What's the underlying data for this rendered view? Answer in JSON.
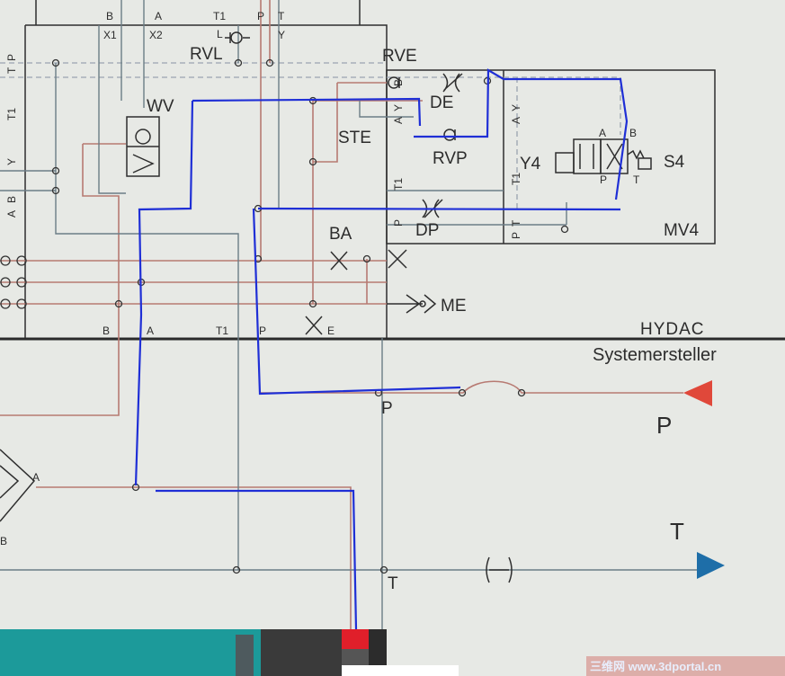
{
  "diagram": {
    "labels": {
      "b_top": "B",
      "a_top": "A",
      "x1": "X1",
      "x2": "X2",
      "t1_top": "T1",
      "p_top": "P",
      "t_top": "T",
      "l": "L",
      "y_top": "Y",
      "rvl": "RVL",
      "rve": "RVE",
      "wv": "WV",
      "ste": "STE",
      "de": "DE",
      "rvp": "RVP",
      "y4": "Y4",
      "s4": "S4",
      "dp": "DP",
      "mv4": "MV4",
      "ba": "BA",
      "me": "ME",
      "b_bottom": "B",
      "a_bottom": "A",
      "t1_bottom": "T1",
      "p_bottom": "P",
      "e": "E",
      "hydac": "HYDAC",
      "systemersteller": "Systemersteller",
      "p_port": "P",
      "p_big": "P",
      "t_port": "T",
      "t_big": "T",
      "a_left": "A",
      "b_left": "B",
      "lp_left": "P",
      "lt_left": "T",
      "lt1_left": "T1",
      "ly_left": "Y",
      "lb_left": "B",
      "la_left": "A",
      "b_ste": "B",
      "y_ste": "Y",
      "a_ste": "A",
      "t1_ste": "T1",
      "p_ste": "P",
      "y_mv4": "Y",
      "a_mv4": "A",
      "t1_mv4": "T1",
      "t_mv4": "T",
      "p_mv4": "P",
      "a_valve": "A",
      "b_valve": "B",
      "p_valve": "P",
      "t_valve": "T",
      "watermark": "三维网 www.3dportal.cn"
    },
    "colors": {
      "pressure_line": "#b77a72",
      "return_line": "#6c7d86",
      "highlight_path": "#1f2fd6",
      "arrow_p": "#e0483a",
      "arrow_t": "#1e6ea8",
      "tank_block": "#1c9a9a",
      "cap_red": "#e01f2a"
    }
  }
}
